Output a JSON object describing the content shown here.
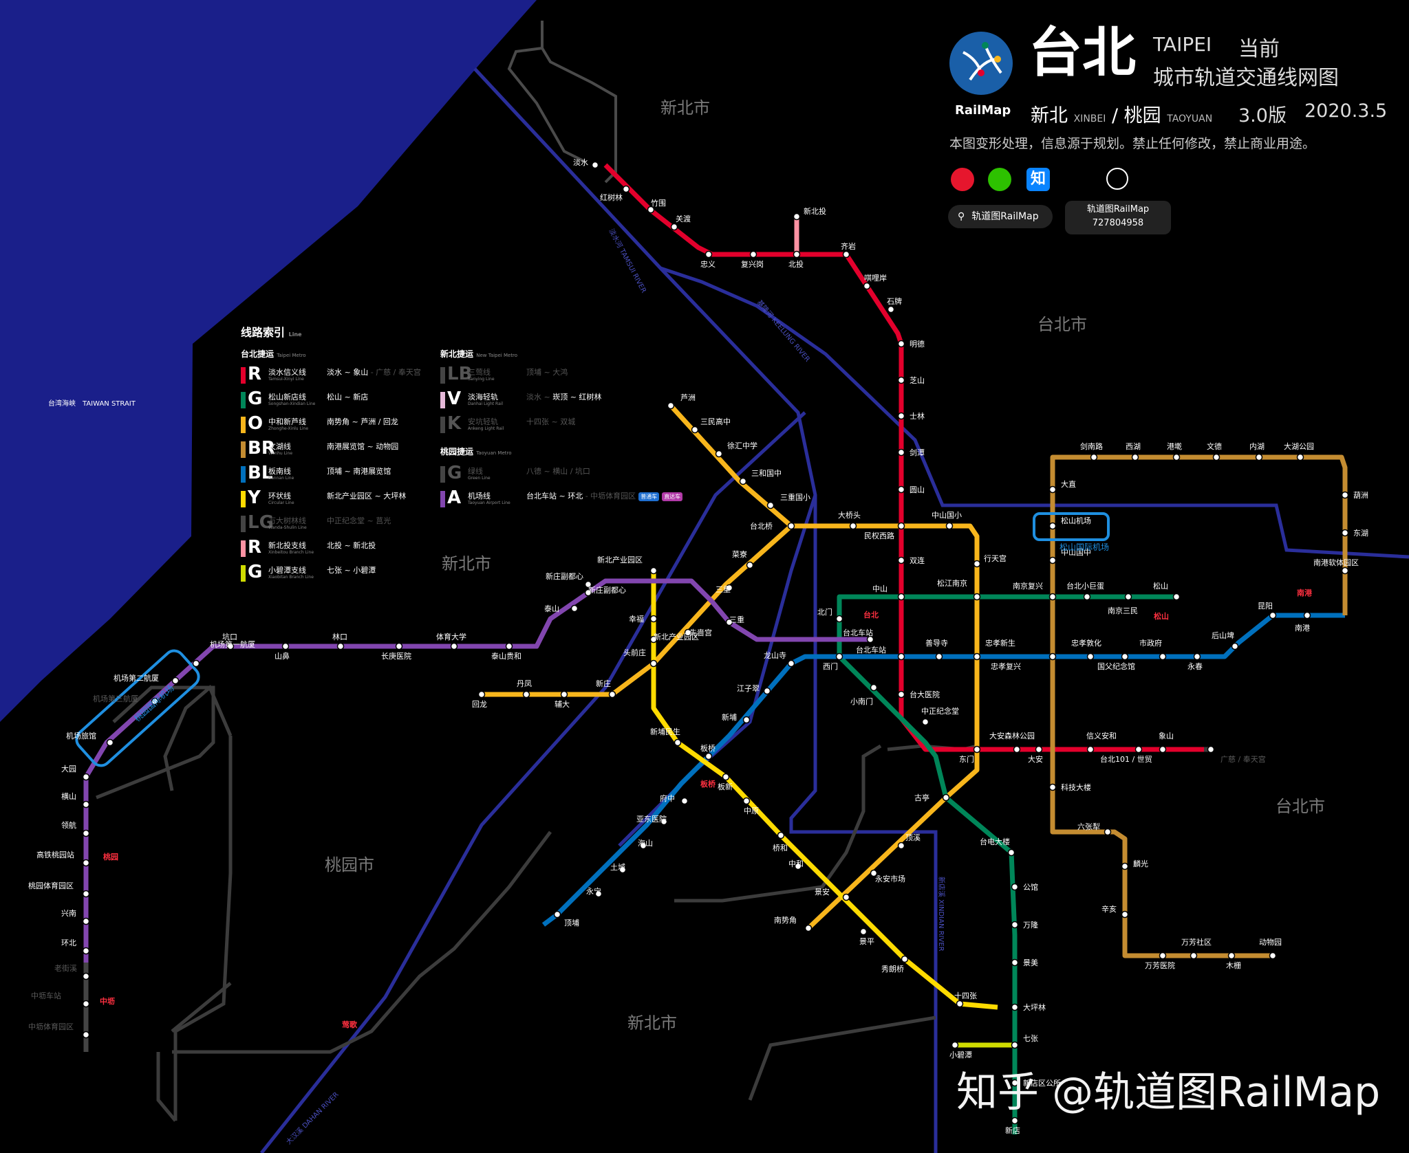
{
  "header": {
    "logo_text": "RailMap",
    "title_cn": "台北",
    "title_en": "TAIPEI",
    "status": "当前",
    "subtitle": "城市轨道交通线网图",
    "region_xinbei": "新北",
    "region_xinbei_en": "XINBEI",
    "region_sep": "/",
    "region_taoyuan": "桃园",
    "region_taoyuan_en": "TAOYUAN",
    "version": "3.0版",
    "date": "2020.3.5",
    "notice": "本图变形处理，信息源于规划。禁止任何修改，禁止商业用途。",
    "zhihu_glyph": "知",
    "search_glass": "⚲",
    "search_text": "轨道图RailMap",
    "qq_line1": "轨道图RailMap",
    "qq_line2": "727804958"
  },
  "areas": [
    {
      "text": "新北市",
      "key": "xinbei-north"
    },
    {
      "text": "台北市",
      "key": "taipei-north"
    },
    {
      "text": "新北市",
      "key": "xinbei-mid"
    },
    {
      "text": "桃园市",
      "key": "taoyuan"
    },
    {
      "text": "新北市",
      "key": "xinbei-south"
    },
    {
      "text": "台北市",
      "key": "taipei-south"
    }
  ],
  "strait": "台湾海峡　TAIWAN STRAIT",
  "rivers": [
    {
      "text": "淡水河 TAMSUI RIVER"
    },
    {
      "text": "基隆河 KEELUNG RIVER"
    },
    {
      "text": "新店溪 XINDIAN RIVER"
    },
    {
      "text": "大汉溪 DAHAN RIVER"
    }
  ],
  "legend": {
    "title": "线路索引",
    "title_en": "Line",
    "groups": [
      {
        "title": "台北捷运",
        "title_en": "Taipei Metro"
      },
      {
        "title": "新北捷运",
        "title_en": "New Taipei Metro"
      },
      {
        "title": "桃园捷运",
        "title_en": "Taoyuan Metro"
      }
    ],
    "lines": [
      {
        "code": "R",
        "color": "#e3002c",
        "name": "淡水信义线",
        "name_en": "Tamsui-Xinyi Line",
        "range": "淡水 ~ 象山",
        "range_dim": " - 广慈 / 奉天宫",
        "dim": false
      },
      {
        "code": "G",
        "color": "#008659",
        "name": "松山新店线",
        "name_en": "Songshan-Xindian Line",
        "range": "松山 ~ 新店",
        "range_dim": "",
        "dim": false
      },
      {
        "code": "O",
        "color": "#f8b61c",
        "name": "中和新芦线",
        "name_en": "Zhonghe-Xinlu Line",
        "range": "南势角 ~ 芦洲 / 回龙",
        "range_dim": "",
        "dim": false
      },
      {
        "code": "BR",
        "color": "#c48c31",
        "name": "文湖线",
        "name_en": "Wenhu Line",
        "range": "南港展览馆 ~ 动物园",
        "range_dim": "",
        "dim": false
      },
      {
        "code": "BL",
        "color": "#0070bd",
        "name": "板南线",
        "name_en": "Bannan Line",
        "range": "顶埔 ~ 南港展览馆",
        "range_dim": "",
        "dim": false
      },
      {
        "code": "Y",
        "color": "#ffdb00",
        "name": "环状线",
        "name_en": "Circular Line",
        "range": "新北产业园区 ~ 大坪林",
        "range_dim": "",
        "dim": false
      },
      {
        "code": "LG",
        "color": "#444444",
        "name": "万大树林线",
        "name_en": "Wanda-Shulin Line",
        "range": "中正纪念堂 ~ 莒光",
        "range_dim": "",
        "dim": true
      },
      {
        "code": "R",
        "color": "#fd92a3",
        "name": "新北投支线",
        "name_en": "Xinbeitou Branch Line",
        "range": "北投 ~ 新北投",
        "range_dim": "",
        "dim": false
      },
      {
        "code": "G",
        "color": "#cfdb00",
        "name": "小碧潭支线",
        "name_en": "Xiaobitan Branch Line",
        "range": "七张 ~ 小碧潭",
        "range_dim": "",
        "dim": false
      },
      {
        "code": "LB",
        "color": "#444444",
        "name": "三莺线",
        "name_en": "Sanying Line",
        "range": "顶埔 ~ 大鸿",
        "range_dim": "",
        "dim": true
      },
      {
        "code": "V",
        "color": "#e5b8d8",
        "name": "淡海轻轨",
        "name_en": "Danhai Light Rail",
        "range": "",
        "range_dim": "淡水 ~ ",
        "range_tail": "崁顶 ~ 红树林",
        "dim": false
      },
      {
        "code": "K",
        "color": "#444444",
        "name": "安坑轻轨",
        "name_en": "Ankeng Light Rail",
        "range": "十四张 ~ 双城",
        "range_dim": "",
        "dim": true
      },
      {
        "code": "G",
        "color": "#444444",
        "name": "绿线",
        "name_en": "Green Line",
        "range": "八德 ~ 横山 / 坑口",
        "range_dim": "",
        "dim": true
      },
      {
        "code": "A",
        "color": "#8246af",
        "name": "机场线",
        "name_en": "Taoyuan Airport Line",
        "range": "台北车站 ~ 环北",
        "range_dim": " - 中坜体育园区",
        "dim": false,
        "badges": [
          "普通车",
          "直达车"
        ]
      }
    ]
  },
  "stations": [
    {
      "id": "red_tamsui",
      "name": "淡水"
    },
    {
      "id": "red_hongshulin",
      "name": "红树林"
    },
    {
      "id": "red_zhuwei",
      "name": "竹围"
    },
    {
      "id": "red_guandu",
      "name": "关渡"
    },
    {
      "id": "red_zhongyi",
      "name": "忠义"
    },
    {
      "id": "red_fuxinggang",
      "name": "复兴岗"
    },
    {
      "id": "red_beitou",
      "name": "北投"
    },
    {
      "id": "red_qiyan",
      "name": "齐岩"
    },
    {
      "id": "red_shipai",
      "name": "唭哩岸"
    },
    {
      "id": "red_shipai2",
      "name": "石牌"
    },
    {
      "id": "red_mingde",
      "name": "明德"
    },
    {
      "id": "red_zhishan",
      "name": "芝山"
    },
    {
      "id": "red_shilin",
      "name": "士林"
    },
    {
      "id": "red_jiantan",
      "name": "剑潭"
    },
    {
      "id": "red_yuanshan",
      "name": "圆山"
    },
    {
      "id": "red_minquan",
      "name": "民权西路"
    },
    {
      "id": "red_shuanglian",
      "name": "双连"
    },
    {
      "id": "red_zhongshan",
      "name": "中山"
    },
    {
      "id": "red_taipeimain",
      "name": "台北车站"
    },
    {
      "id": "red_ntuh",
      "name": "台大医院"
    },
    {
      "id": "red_cks",
      "name": "中正纪念堂"
    },
    {
      "id": "red_dongmen",
      "name": "东门"
    },
    {
      "id": "red_daan",
      "name": "大安"
    },
    {
      "id": "red_daanpark",
      "name": "大安森林公园"
    },
    {
      "id": "red_xinyi",
      "name": "信义安和"
    },
    {
      "id": "red_101",
      "name": "台北101 / 世贸"
    },
    {
      "id": "red_xiangshan",
      "name": "象山"
    },
    {
      "id": "red_guangci",
      "name": "广慈 / 奉天宫"
    },
    {
      "id": "pink_xinbeitou",
      "name": "新北投"
    },
    {
      "id": "o_luzhou",
      "name": "芦洲"
    },
    {
      "id": "o_sanmin",
      "name": "三民高中"
    },
    {
      "id": "o_xuhui",
      "name": "徐汇中学"
    },
    {
      "id": "o_sanhe",
      "name": "三和国中"
    },
    {
      "id": "o_sanchong_el",
      "name": "三重国小"
    },
    {
      "id": "o_daqiaotou",
      "name": "大桥头"
    },
    {
      "id": "o_zhongshan_el",
      "name": "中山国小"
    },
    {
      "id": "o_xingtian",
      "name": "行天宫"
    },
    {
      "id": "o_songjiang",
      "name": "松江南京"
    },
    {
      "id": "o_zhongxiao",
      "name": "忠孝新生"
    },
    {
      "id": "o_guting",
      "name": "古亭"
    },
    {
      "id": "o_dingxi",
      "name": "顶溪"
    },
    {
      "id": "o_yongan",
      "name": "永安市场"
    },
    {
      "id": "o_jingan",
      "name": "景安"
    },
    {
      "id": "o_nanshijiao",
      "name": "南势角"
    },
    {
      "id": "o_taipeibridge",
      "name": "台北桥"
    },
    {
      "id": "o_cailiao",
      "name": "菜寮"
    },
    {
      "id": "o_sanchong",
      "name": "三重"
    },
    {
      "id": "o_xianse",
      "name": "先啬宫"
    },
    {
      "id": "o_touqian",
      "name": "头前庄"
    },
    {
      "id": "o_xinzhuang",
      "name": "新庄"
    },
    {
      "id": "o_fuda",
      "name": "辅大"
    },
    {
      "id": "o_danfeng",
      "name": "丹凤"
    },
    {
      "id": "o_huilong",
      "name": "回龙"
    },
    {
      "id": "g_songshan",
      "name": "松山"
    },
    {
      "id": "g_taipeiarena",
      "name": "台北小巨蛋"
    },
    {
      "id": "g_nanjingfx",
      "name": "南京复兴"
    },
    {
      "id": "g_beimen",
      "name": "北门"
    },
    {
      "id": "g_ximen",
      "name": "西门"
    },
    {
      "id": "g_xiaonanmen",
      "name": "小南门"
    },
    {
      "id": "g_taipower",
      "name": "台电大楼"
    },
    {
      "id": "g_gongguan",
      "name": "公馆"
    },
    {
      "id": "g_wanlong",
      "name": "万隆"
    },
    {
      "id": "g_jingmei",
      "name": "景美"
    },
    {
      "id": "g_dapinglin",
      "name": "大坪林"
    },
    {
      "id": "g_qizhang",
      "name": "七张"
    },
    {
      "id": "g_xindiandist",
      "name": "新店区公所"
    },
    {
      "id": "g_xindian",
      "name": "新店"
    },
    {
      "id": "g_xiaobitan",
      "name": "小碧潭"
    },
    {
      "id": "g_nanjingsanmin",
      "name": "南京三民"
    },
    {
      "id": "bl_nangang_exh",
      "name": "南港软体园区"
    },
    {
      "id": "bl_nangang",
      "name": "南港"
    },
    {
      "id": "bl_kunyang",
      "name": "昆阳"
    },
    {
      "id": "bl_houshanpi",
      "name": "后山埤"
    },
    {
      "id": "bl_yongchun",
      "name": "永春"
    },
    {
      "id": "bl_cityhall",
      "name": "市政府"
    },
    {
      "id": "bl_sysmh",
      "name": "国父纪念馆"
    },
    {
      "id": "bl_zhongxiaodunhua",
      "name": "忠孝敦化"
    },
    {
      "id": "bl_zhongxiaofx",
      "name": "忠孝复兴"
    },
    {
      "id": "bl_shandao",
      "name": "善导寺"
    },
    {
      "id": "bl_longshan",
      "name": "龙山寺"
    },
    {
      "id": "bl_jiangzicui",
      "name": "江子翠"
    },
    {
      "id": "bl_xinpu",
      "name": "新埔"
    },
    {
      "id": "bl_banqiao",
      "name": "板桥"
    },
    {
      "id": "bl_fuzhong",
      "name": "府中"
    },
    {
      "id": "bl_fareastern",
      "name": "亚东医院"
    },
    {
      "id": "bl_haishan",
      "name": "海山"
    },
    {
      "id": "bl_tucheng",
      "name": "土城"
    },
    {
      "id": "bl_yongning",
      "name": "永宁"
    },
    {
      "id": "bl_dingpu",
      "name": "顶埔"
    },
    {
      "id": "br_taipeizoo",
      "name": "动物园"
    },
    {
      "id": "br_muzha",
      "name": "木栅"
    },
    {
      "id": "br_wanfang",
      "name": "万芳社区"
    },
    {
      "id": "br_wanfanghosp",
      "name": "万芳医院"
    },
    {
      "id": "br_xinhai",
      "name": "辛亥"
    },
    {
      "id": "br_linguang",
      "name": "麟光"
    },
    {
      "id": "br_liuzhangli",
      "name": "六张犁"
    },
    {
      "id": "br_technology",
      "name": "科技大楼"
    },
    {
      "id": "br_zhongshanjh",
      "name": "中山国中"
    },
    {
      "id": "br_songshanairport",
      "name": "松山机场"
    },
    {
      "id": "br_dazhi",
      "name": "大直"
    },
    {
      "id": "br_jiannan",
      "name": "剑南路"
    },
    {
      "id": "br_xihu",
      "name": "西湖"
    },
    {
      "id": "br_gangqian",
      "name": "港墘"
    },
    {
      "id": "br_wende",
      "name": "文德"
    },
    {
      "id": "br_neihu",
      "name": "内湖"
    },
    {
      "id": "br_dahu",
      "name": "大湖公园"
    },
    {
      "id": "br_huzhou",
      "name": "葫洲"
    },
    {
      "id": "br_donghu",
      "name": "东湖"
    },
    {
      "id": "y_newindustrial",
      "name": "新北产业园区"
    },
    {
      "id": "y_xingfu",
      "name": "幸福"
    },
    {
      "id": "y_xinzhuangfudu",
      "name": "新庄副都心"
    },
    {
      "id": "y_taishan",
      "name": "泰山"
    },
    {
      "id": "y_xinbeimin",
      "name": "新埔民生"
    },
    {
      "id": "y_banxin",
      "name": "板新"
    },
    {
      "id": "y_zhongyuan",
      "name": "中原"
    },
    {
      "id": "y_qiaohe",
      "name": "桥和"
    },
    {
      "id": "y_zhonghe",
      "name": "中和"
    },
    {
      "id": "y_jingping",
      "name": "景平"
    },
    {
      "id": "y_xiulang",
      "name": "秀朗桥"
    },
    {
      "id": "y_shisizhang",
      "name": "十四张"
    },
    {
      "id": "a_taipei",
      "name": "台北车站"
    },
    {
      "id": "a_sanchong",
      "name": "三重"
    },
    {
      "id": "a_newindustrial",
      "name": "新北产业园区"
    },
    {
      "id": "a_xinzhuangfudu",
      "name": "新庄副都心"
    },
    {
      "id": "a_taishanguihe",
      "name": "泰山贵和"
    },
    {
      "id": "a_tiyu",
      "name": "体育大学"
    },
    {
      "id": "a_changgung",
      "name": "长庚医院"
    },
    {
      "id": "a_linkou",
      "name": "林口"
    },
    {
      "id": "a_shanbi",
      "name": "山鼻"
    },
    {
      "id": "a_kengkou",
      "name": "坑口"
    },
    {
      "id": "a_t1",
      "name": "机场第一航厦"
    },
    {
      "id": "a_t2",
      "name": "机场第二航厦"
    },
    {
      "id": "a_t3",
      "name": "机场第三航厦"
    },
    {
      "id": "a_hotel",
      "name": "机场旅馆"
    },
    {
      "id": "a_dayuan",
      "name": "大园"
    },
    {
      "id": "a_hengshan",
      "name": "横山"
    },
    {
      "id": "a_linghang",
      "name": "领航"
    },
    {
      "id": "a_hsr",
      "name": "高铁桃园站"
    },
    {
      "id": "a_sports",
      "name": "桃园体育园区"
    },
    {
      "id": "a_xingnan",
      "name": "兴南"
    },
    {
      "id": "a_huanbei",
      "name": "环北"
    },
    {
      "id": "a_laojie",
      "name": "老街溪"
    },
    {
      "id": "a_zhongli",
      "name": "中坜车站"
    },
    {
      "id": "a_zhongsports",
      "name": "中坜体育园区"
    }
  ],
  "special_labels": [
    {
      "text": "桃园国际机场"
    },
    {
      "text": "松山国际机场"
    },
    {
      "text": "板桥"
    },
    {
      "text": "台北"
    },
    {
      "text": "南港"
    },
    {
      "text": "松山"
    },
    {
      "text": "桃园"
    },
    {
      "text": "中坜"
    },
    {
      "text": "莺歌"
    }
  ],
  "watermark": "知乎 @轨道图RailMap"
}
